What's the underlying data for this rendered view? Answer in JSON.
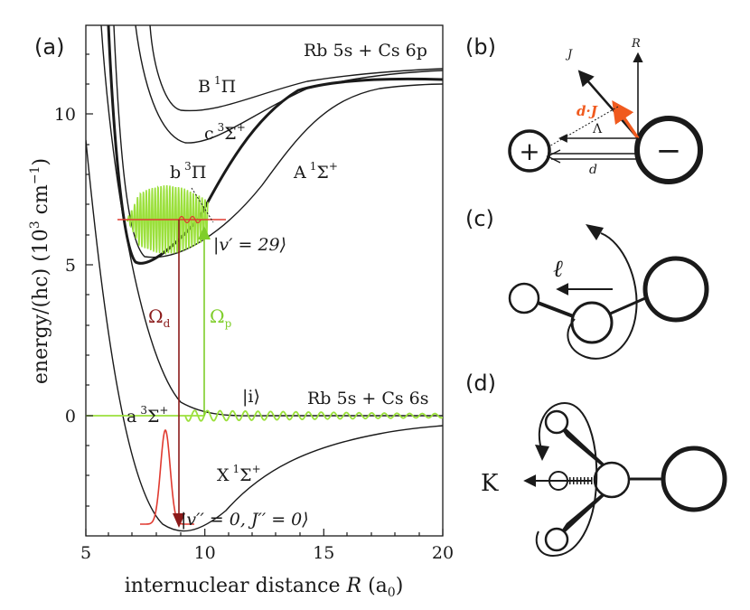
{
  "panel_labels": {
    "a": "(a)",
    "b": "(b)",
    "c": "(c)",
    "d": "(d)"
  },
  "axes": {
    "x_label_prefix": "internuclear distance ",
    "x_label_var": "R",
    "x_label_unit": " (a",
    "x_label_unit_sub": "0",
    "x_label_close": ")",
    "y_label": "energy/(hc) (10",
    "y_label_sup": "3",
    "y_label_unit": " cm",
    "y_label_unit_sup": "−1",
    "y_label_close": ")",
    "x_ticks": [
      "5",
      "10",
      "15",
      "20"
    ],
    "y_ticks": [
      "0",
      "5",
      "10"
    ],
    "x_range": [
      5,
      20
    ],
    "y_range": [
      -3.9,
      13
    ]
  },
  "curve_labels": {
    "asym_top": "Rb 5s + Cs 6p",
    "asym_bottom": "Rb 5s + Cs 6s",
    "B": "B",
    "B_sup": "1",
    "B_term": "Π",
    "c": "c",
    "c_sup": "3",
    "c_term": "Σ",
    "c_sign": "+",
    "b": "b",
    "b_sup": "3",
    "b_term": "Π",
    "A": "A",
    "A_sup": "1",
    "A_term": "Σ",
    "A_sign": "+",
    "a": "a",
    "a_sup": "3",
    "a_term": "Σ",
    "a_sign": "+",
    "X": "X",
    "X_sup": "1",
    "X_term": "Σ",
    "X_sign": "+"
  },
  "state_labels": {
    "excited": "|v′ = 29⟩",
    "initial": "|i⟩",
    "ground": "|v′′ = 0, J′′ = 0⟩"
  },
  "transitions": {
    "dump": "Ω",
    "dump_sub": "d",
    "pump": "Ω",
    "pump_sub": "p"
  },
  "panel_b": {
    "plus": "+",
    "minus": "−",
    "J": "J",
    "R": "R",
    "dJ": "d·J",
    "Lambda": "Λ",
    "d": "d"
  },
  "panel_c": {
    "ell": "ℓ"
  },
  "panel_d": {
    "K": "K"
  },
  "colors": {
    "curve": "#1a1a1a",
    "wavefunction_green": "#9be03c",
    "ground_red": "#e03a30",
    "dump_arrow": "#8b1a1a",
    "pump_arrow": "#7fce2a",
    "dJ_orange": "#f05a1e"
  }
}
